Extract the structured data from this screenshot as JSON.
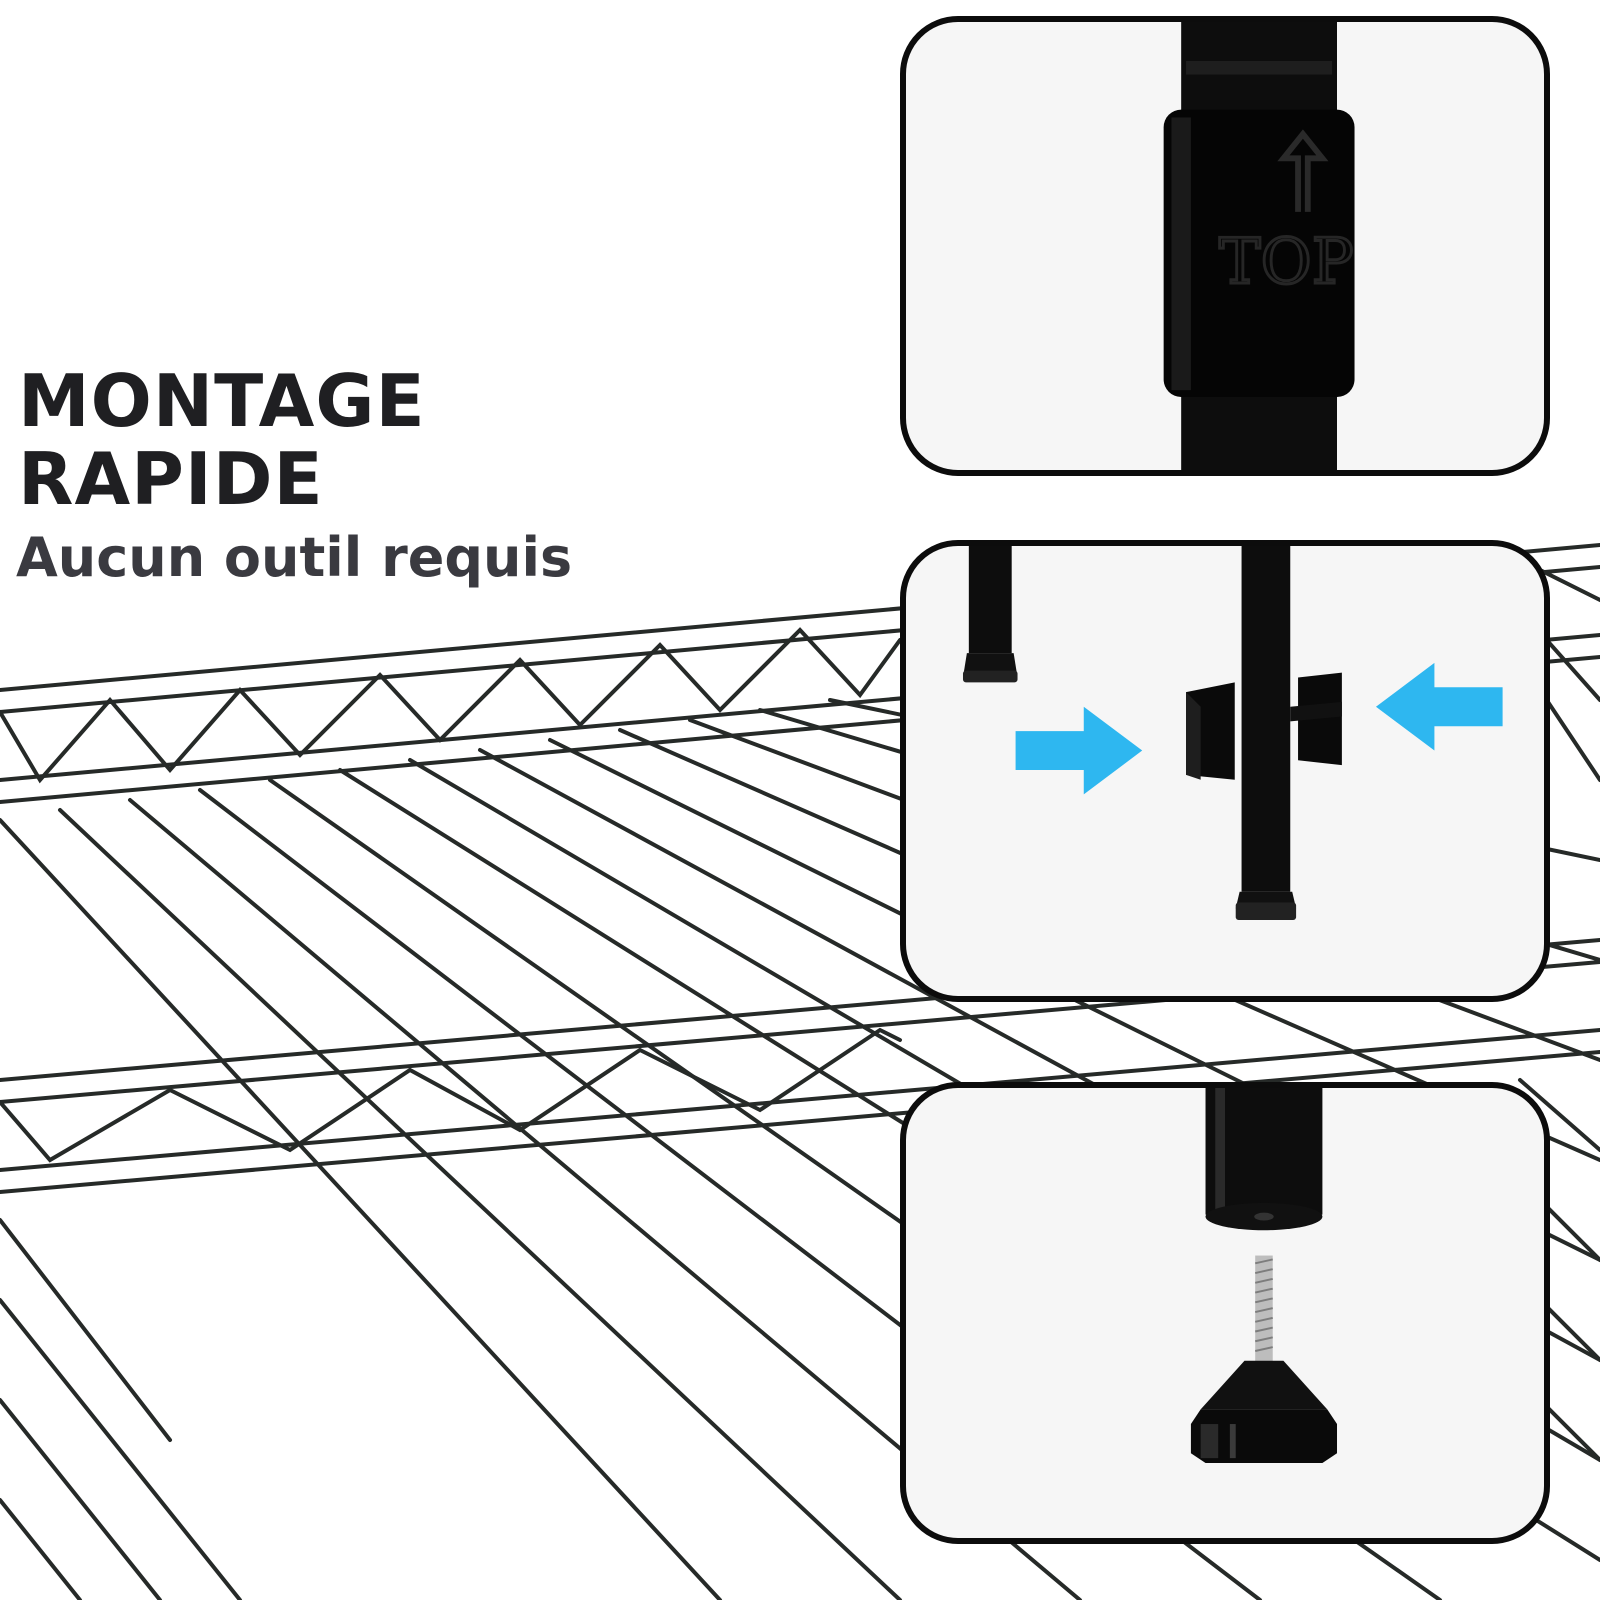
{
  "heading": {
    "line1": "MONTAGE",
    "line2": "RAPIDE",
    "subtitle": "Aucun outil requis"
  },
  "sleeve_marking": "TOP",
  "colors": {
    "wire": "#262a28",
    "post": "#0d0d0d",
    "arrow": "#2eb7f0",
    "panel_border": "#0c0c0c",
    "text": "#1f1f22"
  },
  "icons": {
    "arrow_left_panel": "arrow-right-icon",
    "arrow_right_panel": "arrow-left-icon"
  }
}
